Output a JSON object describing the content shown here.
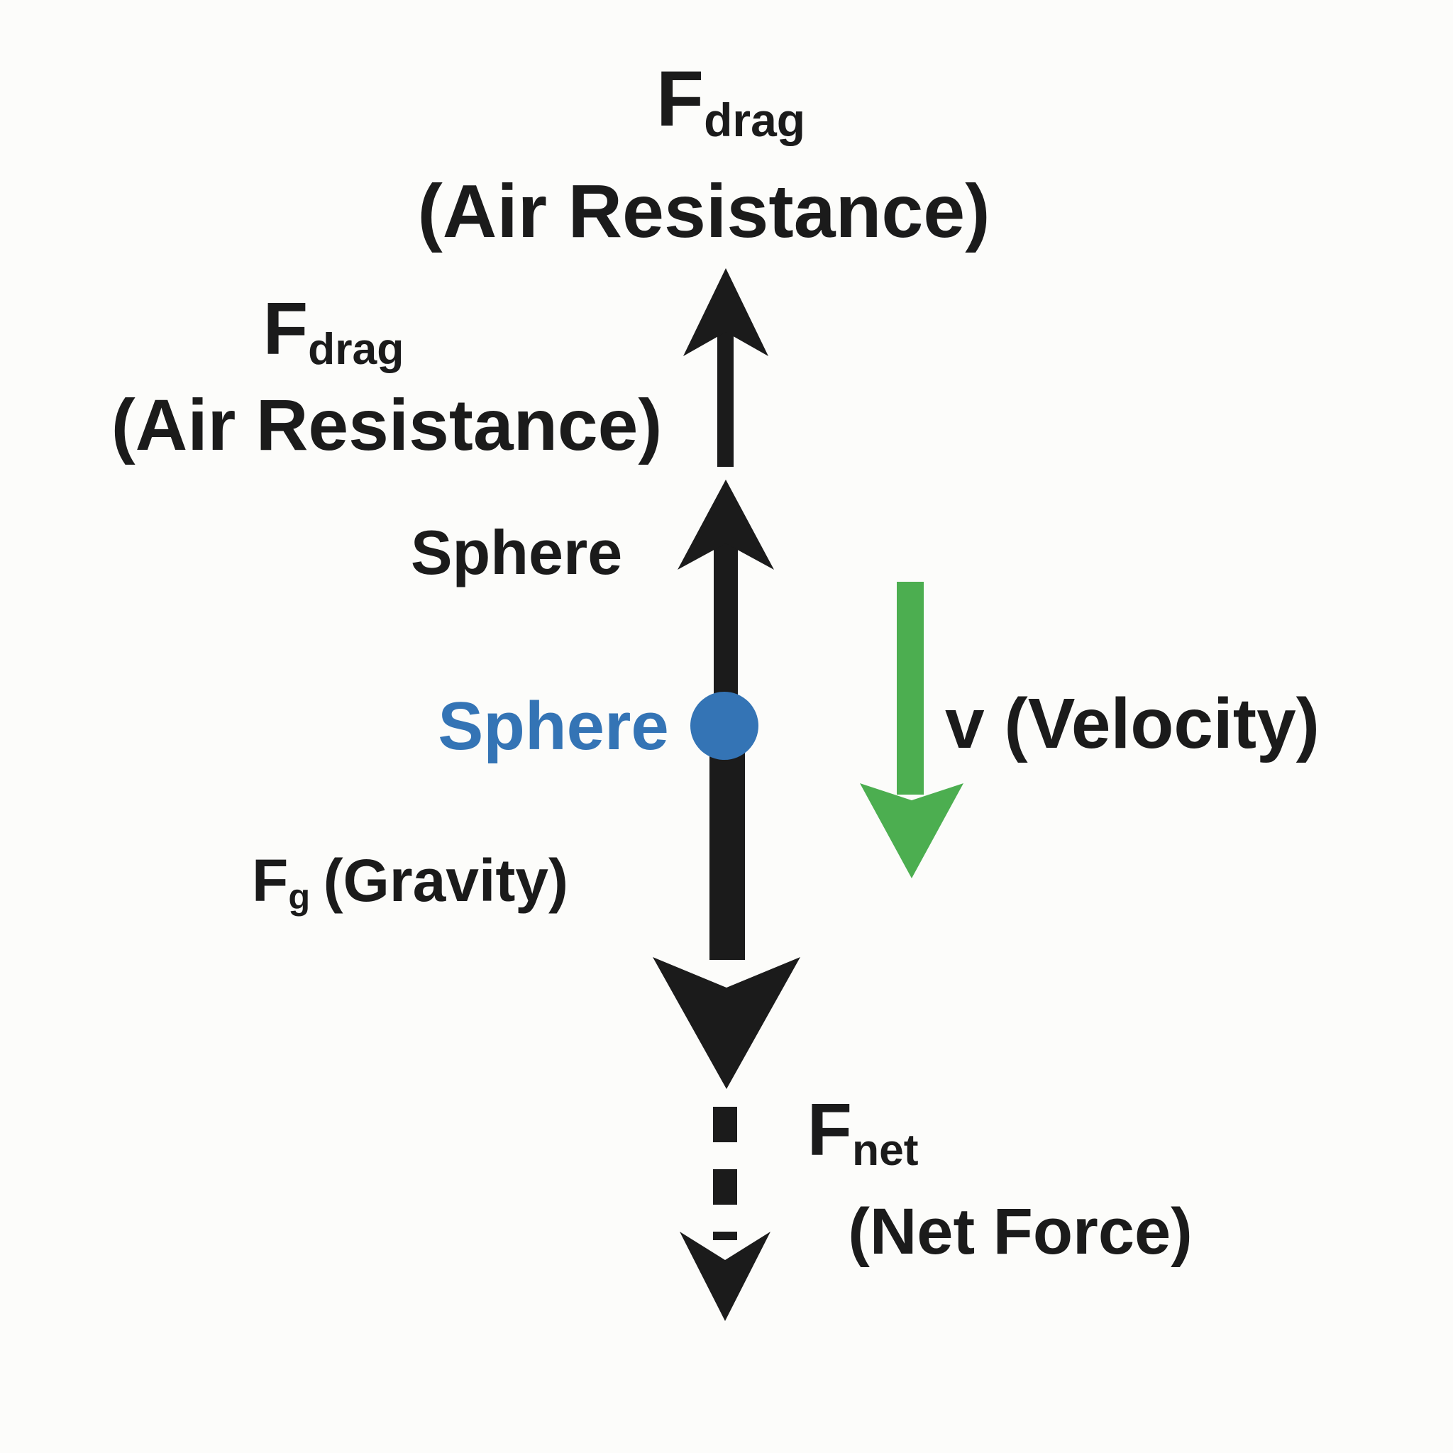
{
  "figure": {
    "type": "physics-free-body-diagram",
    "description": "Free body diagram of a sphere falling through air: upward drag force, downward gravity, downward dashed net force, downward green velocity arrow"
  },
  "colors": {
    "background": "#fcfcfa",
    "ink": "#1b1b1b",
    "sphere_blue": "#3474b5",
    "velocity_green": "#4cae50"
  },
  "labels": {
    "drag_top": {
      "symbol": "F",
      "subscript": "drag",
      "line2": "(Air Resistance)"
    },
    "drag_side": {
      "symbol": "F",
      "subscript": "drag",
      "line2": "(Air Resistance)"
    },
    "sphere_upper": "Sphere",
    "sphere_lower": "Sphere",
    "gravity": {
      "symbol": "F",
      "subscript": "g",
      "rest": "(Gravity)"
    },
    "velocity": {
      "text": "v (Velocity)"
    },
    "net": {
      "symbol": "F",
      "subscript": "net",
      "line2": "(Net Force)"
    }
  },
  "sphere": {
    "label": "Sphere",
    "color": "#3474b5"
  },
  "arrows": [
    {
      "name": "air-resistance-arrow-outer",
      "represents": "F_drag (Air Resistance)",
      "direction": "up",
      "style": "solid",
      "color": "#1b1b1b"
    },
    {
      "name": "air-resistance-arrow-at-sphere",
      "represents": "F_drag acting on sphere",
      "direction": "up",
      "style": "solid",
      "color": "#1b1b1b"
    },
    {
      "name": "gravity-arrow",
      "represents": "F_g (Gravity)",
      "direction": "down",
      "style": "solid",
      "color": "#1b1b1b"
    },
    {
      "name": "net-force-arrow",
      "represents": "F_net (Net Force)",
      "direction": "down",
      "style": "dashed",
      "color": "#1b1b1b"
    },
    {
      "name": "velocity-arrow",
      "represents": "v (Velocity)",
      "direction": "down",
      "style": "solid",
      "color": "#4cae50"
    }
  ]
}
